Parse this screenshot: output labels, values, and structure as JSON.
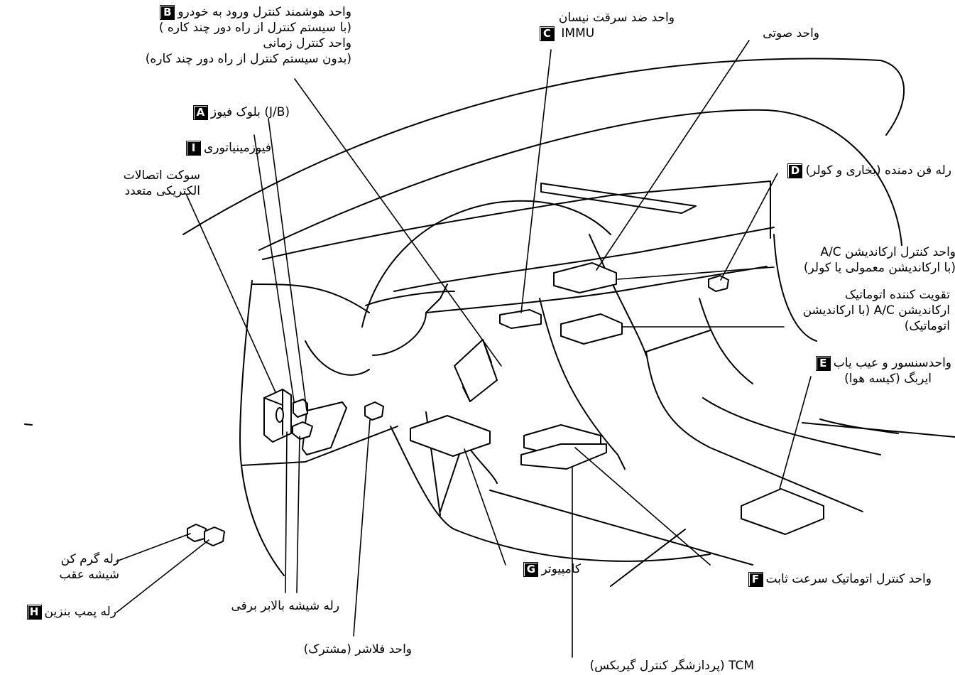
{
  "labels": {
    "B": {
      "badge": "B",
      "lines": [
        "واحد هوشمند کنترل ورود به خودرو",
        "(با سیستم کنترل از راه دور چند کاره )",
        "واحد کنترل زمانی",
        "(بدون سیستم کنترل از راه دور چند کاره)"
      ]
    },
    "C": {
      "badge": "C",
      "lines": [
        "واحد ضد سرقت نیسان",
        "IMMU"
      ]
    },
    "audio": {
      "lines": [
        "واحد صوتی"
      ]
    },
    "A": {
      "badge": "A",
      "text": "(J/B) بلوک فیوز"
    },
    "I": {
      "badge": "I",
      "text": "فیوزمینیاتوری"
    },
    "connector": {
      "lines": [
        "سوکت اتصالات",
        "الکتریکی متعدد"
      ]
    },
    "D": {
      "badge": "D",
      "text": "رله فن دمنده (بخاری و کولر)"
    },
    "ac": {
      "lines": [
        "واحد کنترل ارکاندیشن A/C",
        "(با ارکاندیشن معمولی یا کولر)"
      ]
    },
    "amp": {
      "lines": [
        "تقویت کننده اتوماتیک",
        "ارکاندیشن A/C (با ارکاندیشن",
        "اتوماتیک)"
      ]
    },
    "E": {
      "badge": "E",
      "lines": [
        "واحدسنسور و عیب یاب",
        "ایربگ (کیسه هوا)"
      ]
    },
    "defog": {
      "lines": [
        "رله گرم کن",
        "شیشه عقب"
      ]
    },
    "H": {
      "badge": "H",
      "text": "رله پمپ بنزین"
    },
    "window": {
      "text": "رله شیشه بالابر برقی"
    },
    "flasher": {
      "text": "واحد فلاشر (مشترک)"
    },
    "G": {
      "badge": "G",
      "text": "کامپیوتر"
    },
    "F": {
      "badge": "F",
      "text": "واحد کنترل اتوماتیک سرعت ثابت"
    },
    "tcm": {
      "text": "TCM (پردازشگر کنترل گیربکس)"
    }
  }
}
